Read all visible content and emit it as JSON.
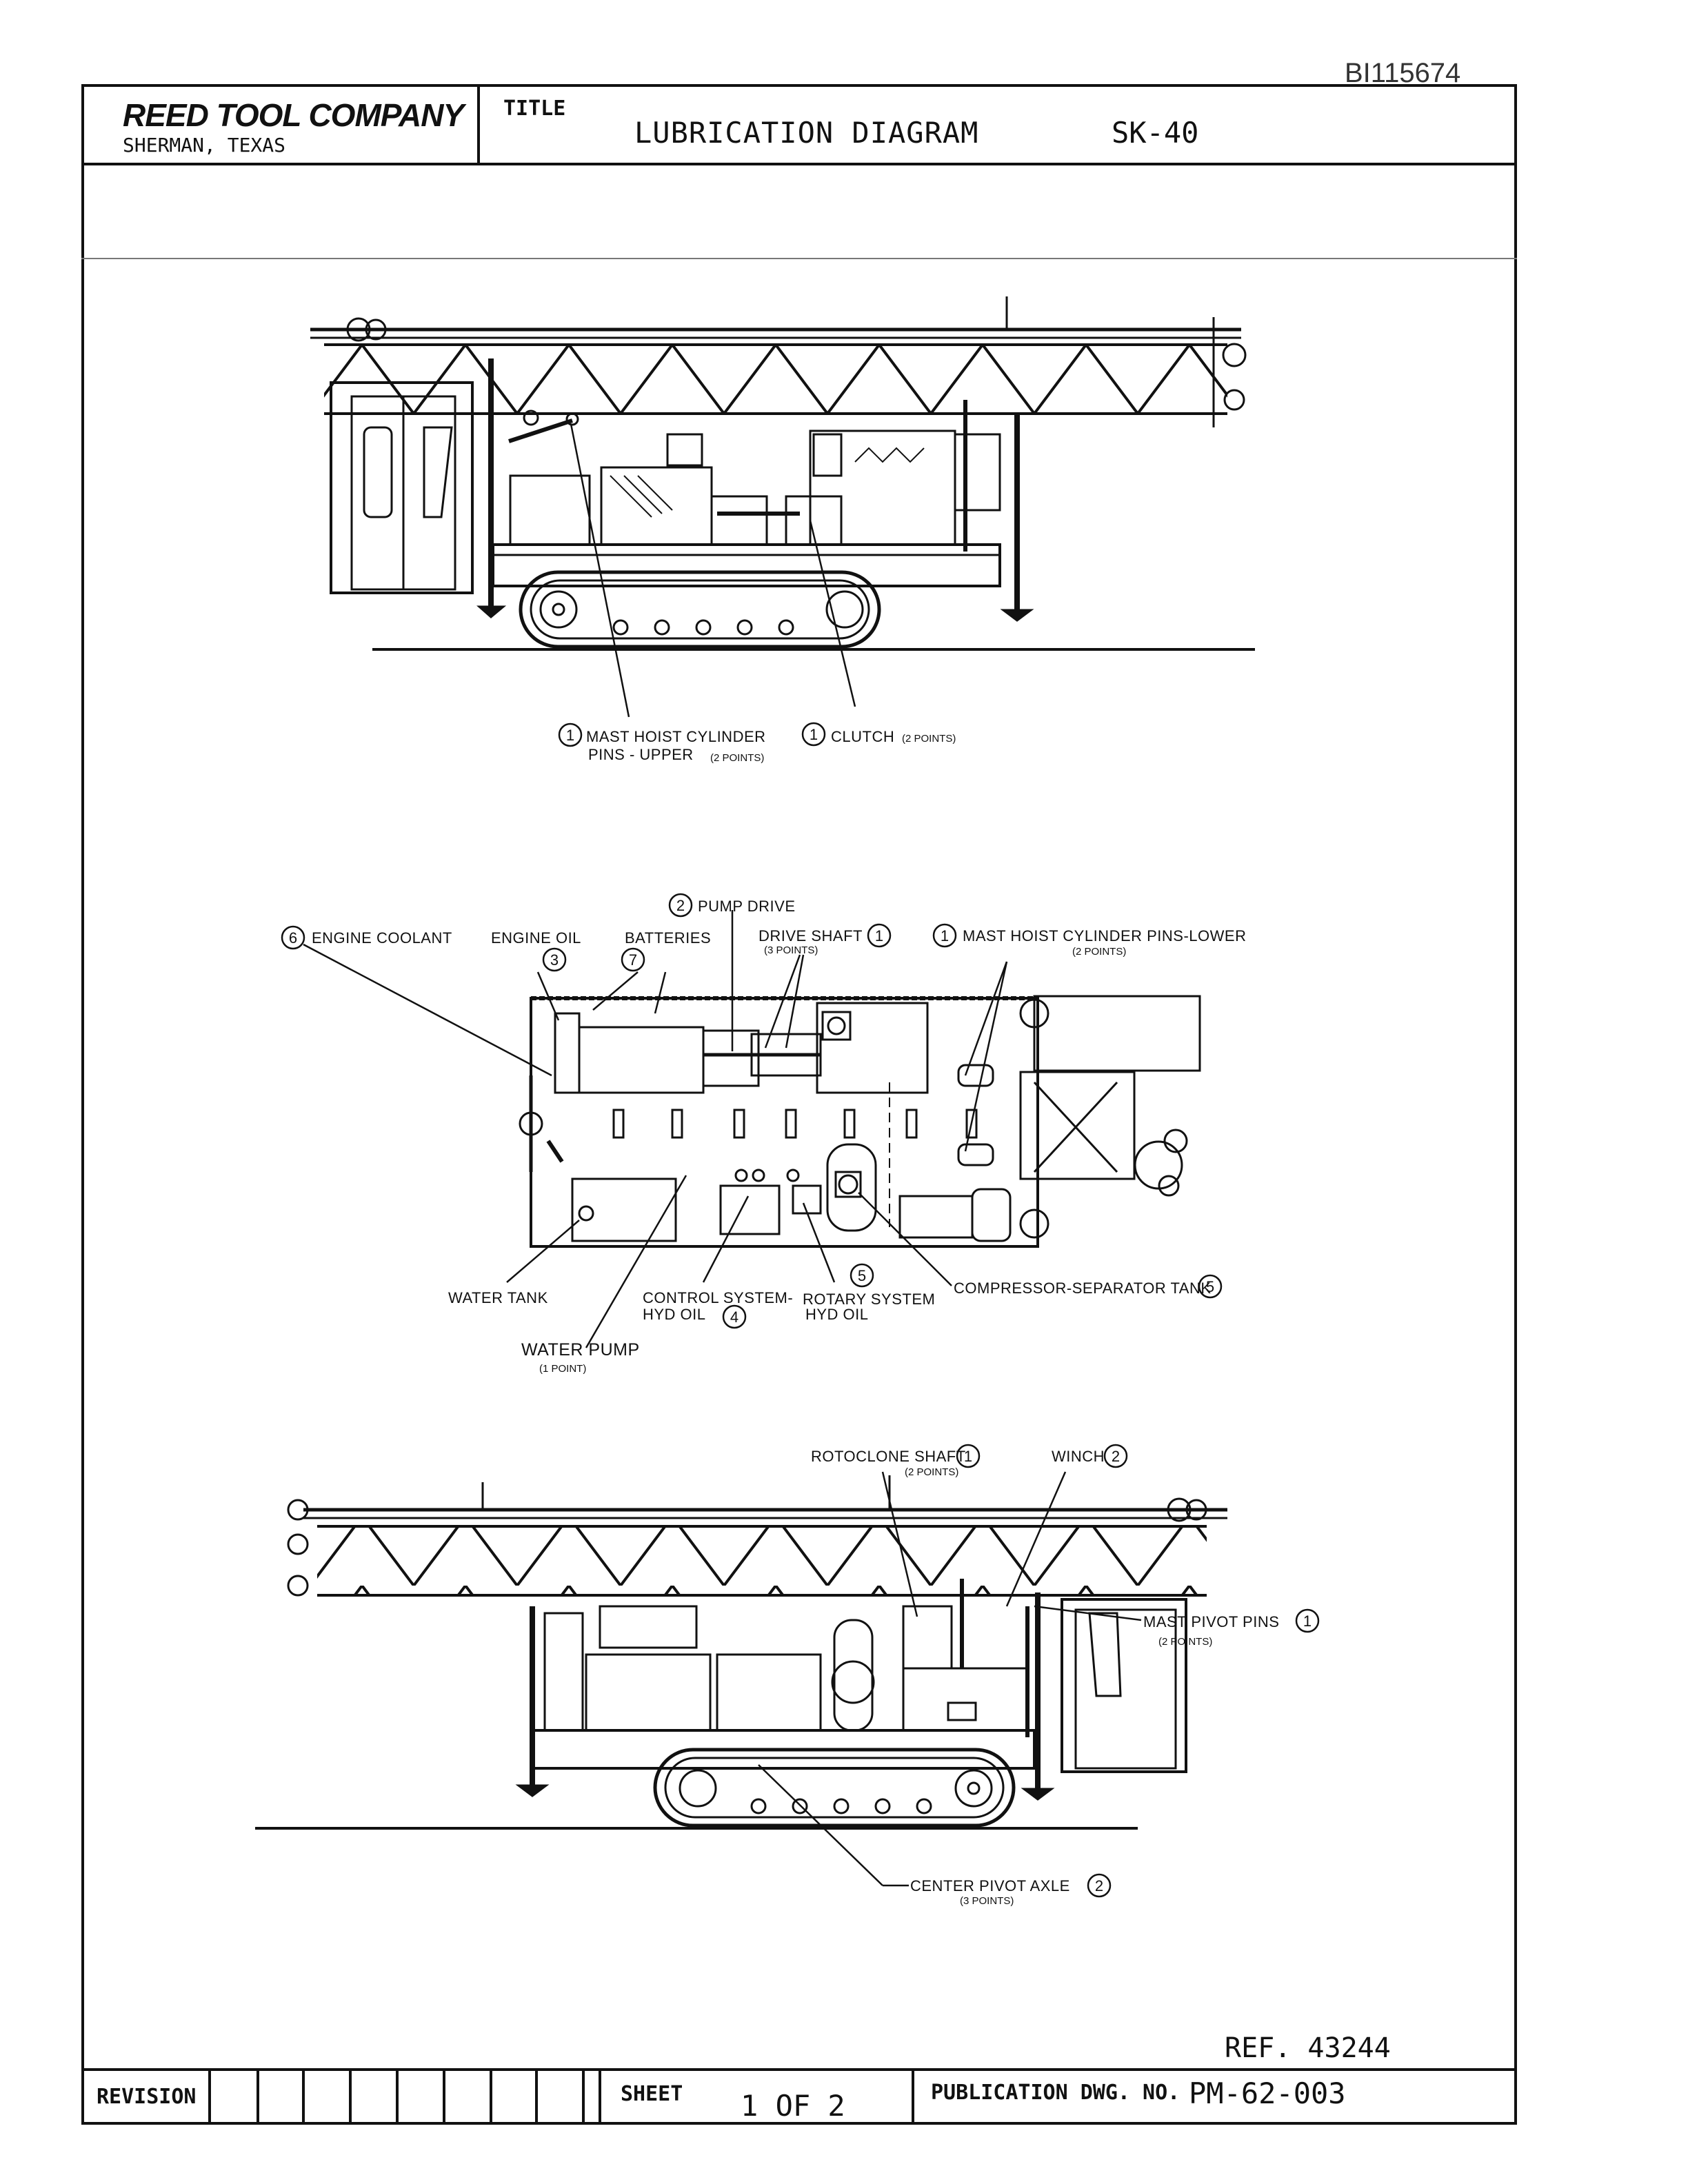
{
  "header": {
    "doc_id": "BI115674",
    "company": "REED TOOL COMPANY",
    "location": "SHERMAN, TEXAS",
    "title_label": "TITLE",
    "title": "LUBRICATION DIAGRAM",
    "model": "SK-40"
  },
  "views": {
    "top": {
      "labels": [
        {
          "num": "1",
          "text": "MAST HOIST CYLINDER",
          "line2": "PINS - UPPER",
          "note": "(2 POINTS)"
        },
        {
          "num": "1",
          "text": "CLUTCH",
          "note": "(2 POINTS)"
        }
      ]
    },
    "middle": {
      "labels": [
        {
          "num": "6",
          "text": "ENGINE COOLANT"
        },
        {
          "num": "3",
          "text": "ENGINE OIL"
        },
        {
          "num": "7",
          "text": "BATTERIES"
        },
        {
          "num": "2",
          "text": "PUMP DRIVE"
        },
        {
          "num": "1",
          "text": "DRIVE SHAFT",
          "note": "(3 POINTS)"
        },
        {
          "num": "1",
          "text": "MAST HOIST CYLINDER PINS-LOWER",
          "note": "(2 POINTS)"
        },
        {
          "text": "WATER TANK"
        },
        {
          "num": "4",
          "text": "CONTROL SYSTEM-",
          "line2": "HYD OIL"
        },
        {
          "num": "5",
          "text": "ROTARY SYSTEM",
          "line2": "HYD OIL"
        },
        {
          "num": "5",
          "text": "COMPRESSOR-SEPARATOR TANK"
        },
        {
          "text": "WATER PUMP",
          "note": "(1 POINT)"
        }
      ]
    },
    "bottom": {
      "labels": [
        {
          "num": "1",
          "text": "ROTOCLONE SHAFT",
          "note": "(2 POINTS)"
        },
        {
          "num": "2",
          "text": "WINCH"
        },
        {
          "num": "1",
          "text": "MAST PIVOT PINS",
          "note": "(2 POINTS)"
        },
        {
          "num": "2",
          "text": "CENTER PIVOT AXLE",
          "note": "(3 POINTS)"
        }
      ]
    }
  },
  "footer": {
    "ref": "REF. 43244",
    "revision_label": "REVISION",
    "sheet_label": "SHEET",
    "sheet_value": "1 OF 2",
    "publication_label": "PUBLICATION DWG. NO.",
    "publication_no": "PM-62-003"
  }
}
